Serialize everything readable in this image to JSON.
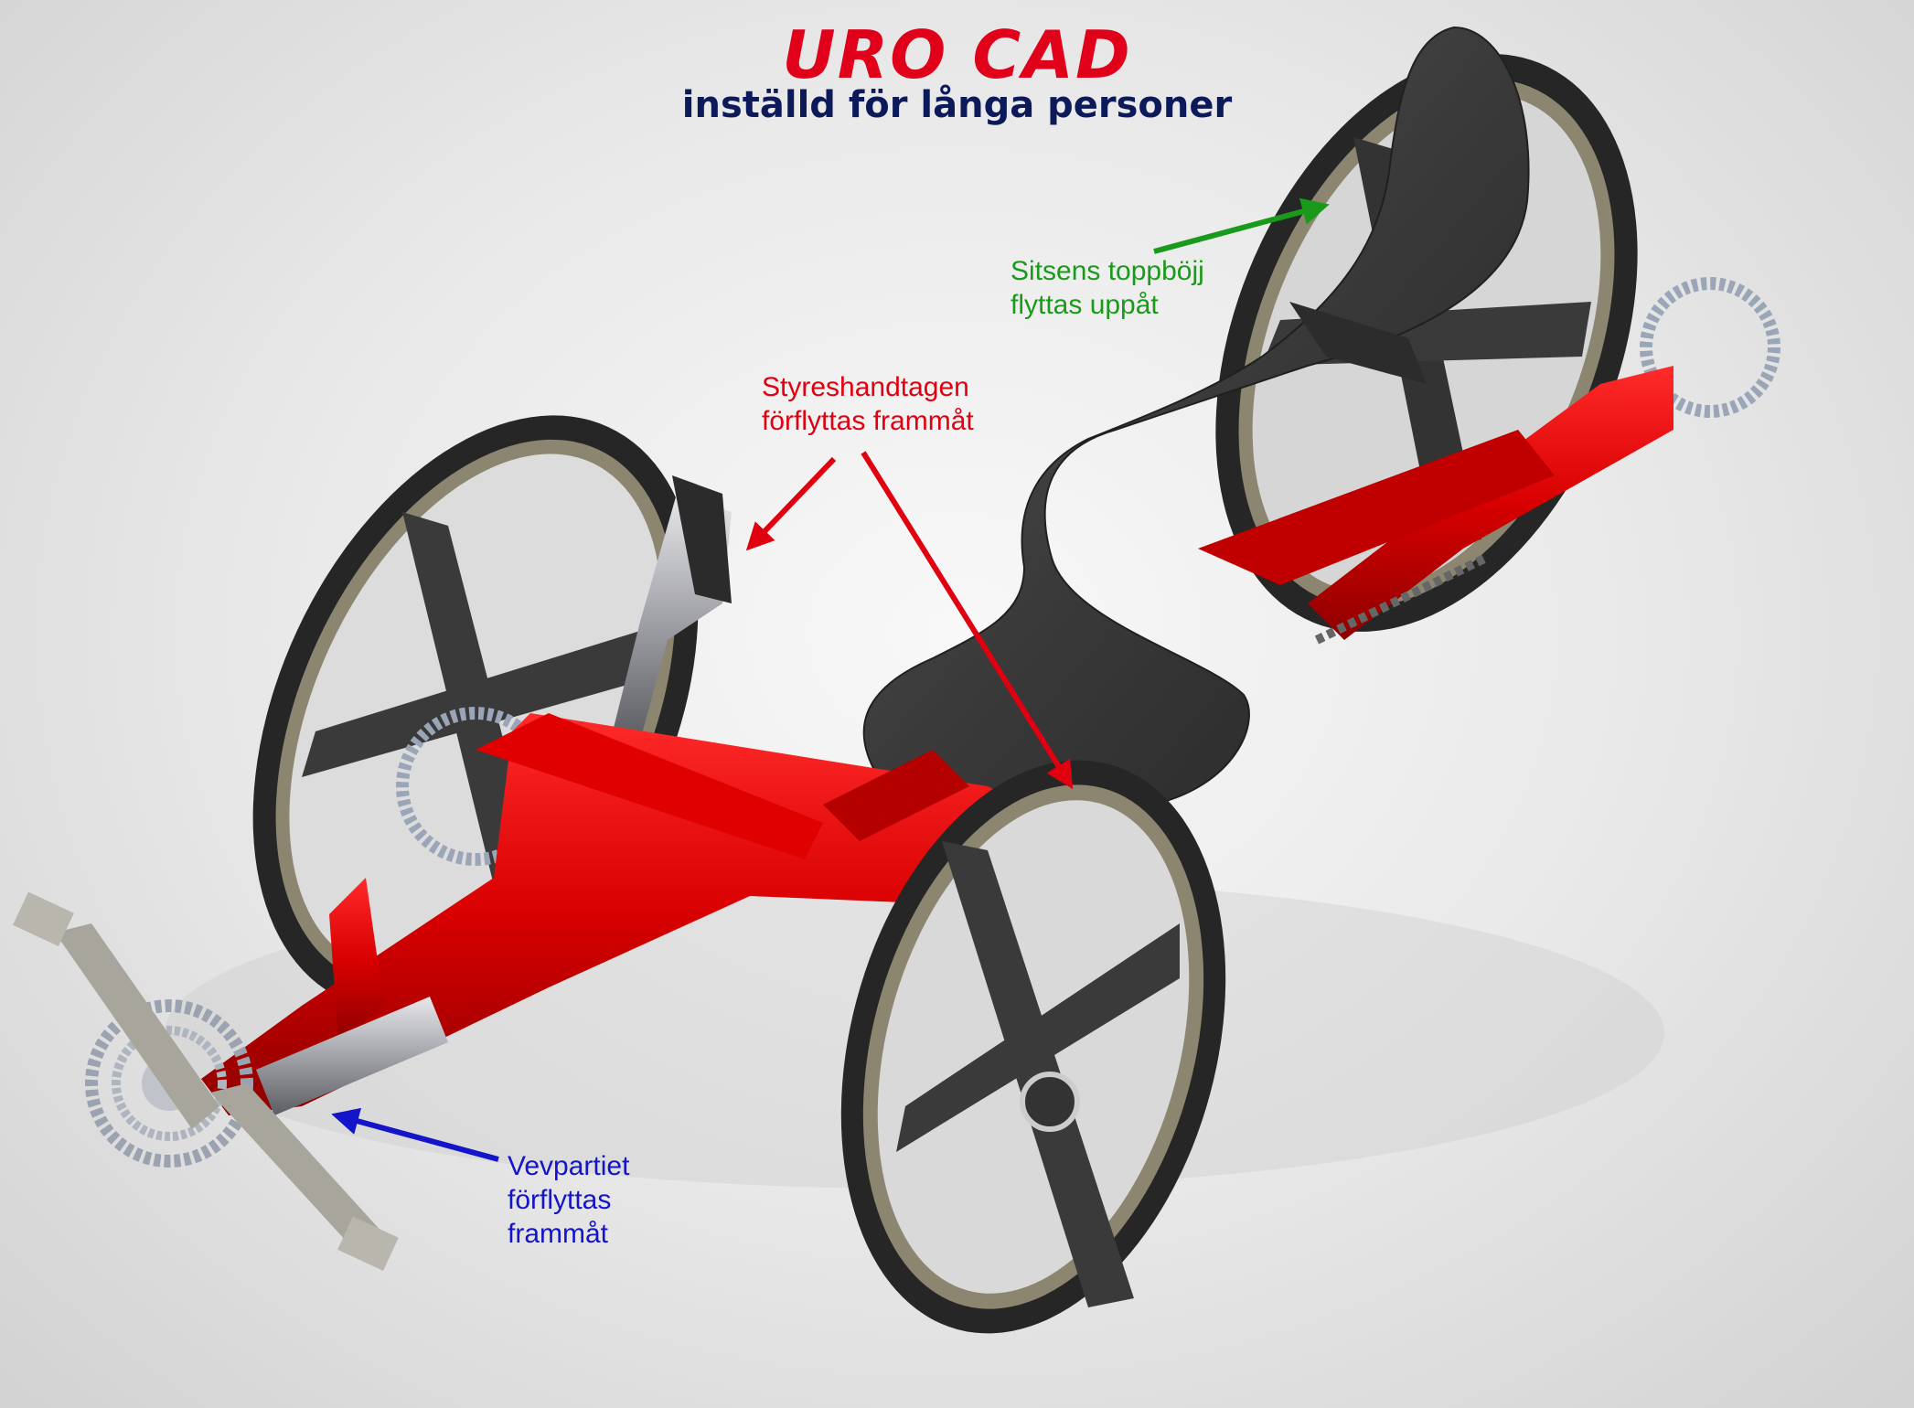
{
  "title": "URO CAD",
  "subtitle": "inställd för långa personer",
  "annotations": {
    "seat": {
      "lines": [
        "Sitsens toppböjj",
        "flyttas uppåt"
      ]
    },
    "handles": {
      "lines": [
        "Styreshandtagen",
        "förflyttas frammåt"
      ]
    },
    "crank": {
      "lines": [
        "Vevpartiet",
        "förflyttas",
        "frammåt"
      ]
    }
  },
  "colors": {
    "title": "#e0001a",
    "subtitle": "#0d1a5a",
    "seat_label": "#1a9a1a",
    "handles_label": "#e00010",
    "crank_label": "#1414c8",
    "frame": "#d80000",
    "seat": "#3a3a3a",
    "tire": "#262626",
    "rim": "#8c8670"
  }
}
